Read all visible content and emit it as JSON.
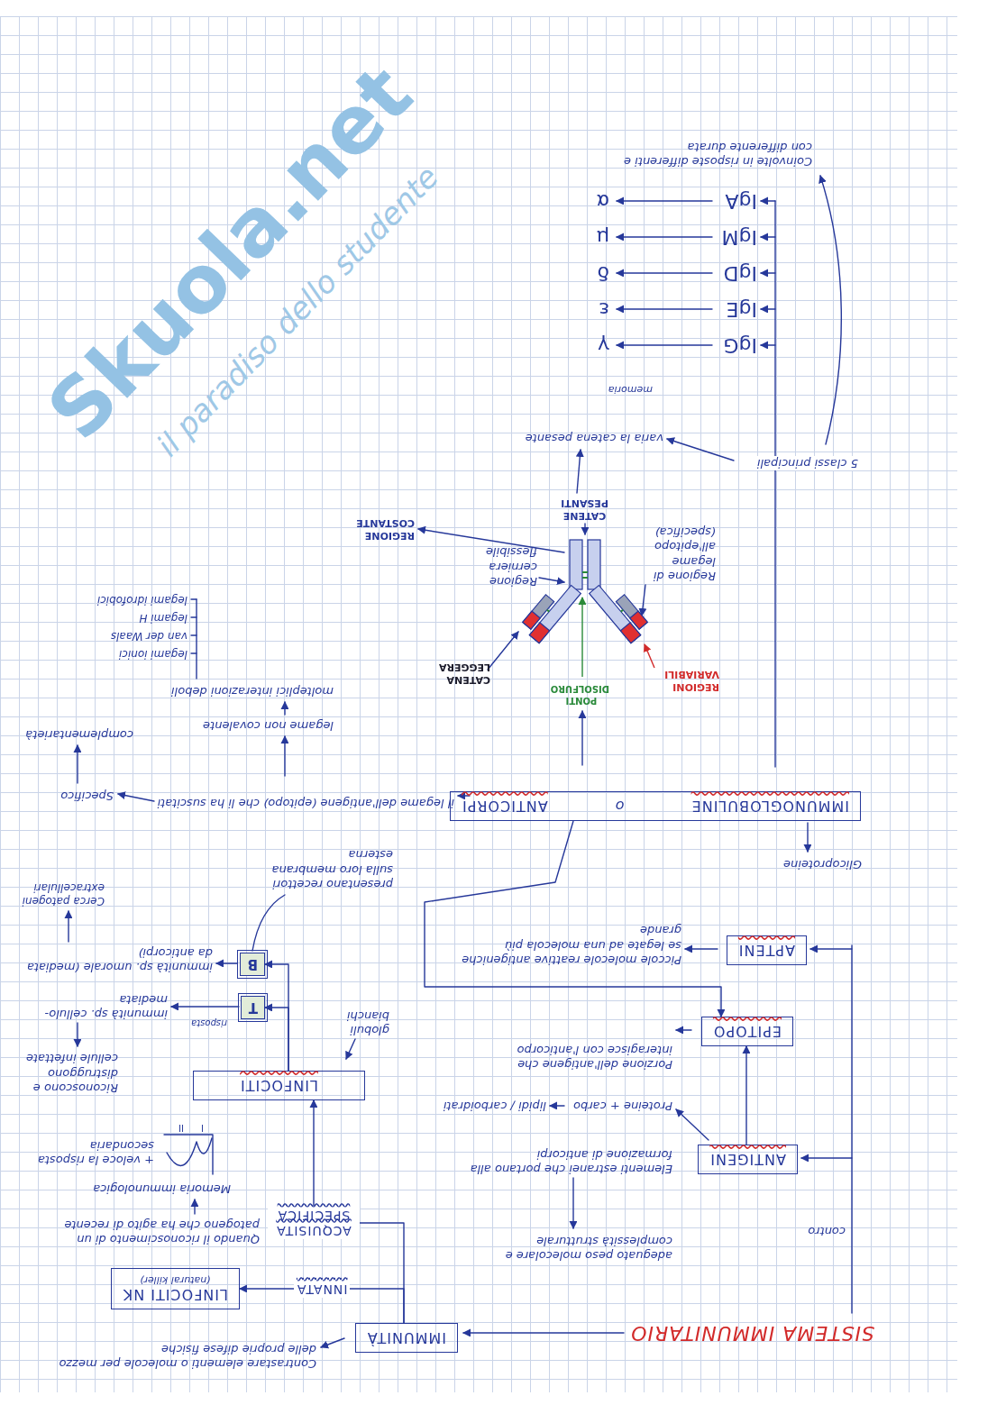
{
  "diagram": {
    "title": "SISTEMA IMMUNITARIO",
    "nodes": [
      {
        "text": [
          "IMMUNITÀ"
        ]
      },
      {
        "text": [
          "LINFOCITI NK",
          "(natural killer)"
        ]
      },
      {
        "text": [
          "LINFOCITI"
        ]
      },
      {
        "text": [
          "T"
        ]
      },
      {
        "text": [
          "B"
        ]
      },
      {
        "text": [
          "ANTIGENI"
        ]
      },
      {
        "text": [
          "EPITOPO"
        ]
      },
      {
        "text": [
          "APTENI"
        ]
      },
      {
        "text": [
          "IMMUNOGLOBULINE",
          "o",
          "ANTICORPI"
        ]
      }
    ],
    "edges": [
      {
        "from": 0,
        "to": 1,
        "label": "INNATA",
        "arrow": "to"
      },
      {
        "from": 0,
        "to": 2,
        "label": "ACQUISITA SPECIFICA",
        "arrow": "to"
      },
      {
        "from": 2,
        "to": 3,
        "arrow": "to"
      },
      {
        "from": 2,
        "to": 4,
        "arrow": "to"
      },
      {
        "from": 5,
        "to": 6,
        "arrow": "to"
      },
      {
        "from": 8,
        "to": 6,
        "arrow": "to"
      }
    ],
    "labels": [
      "Contrastare elementi o molecole per mezzo delle proprie difese fisiche",
      "Quando il riconoscimento di un patogeno che ha agito di recente",
      "Memoria immunologica",
      "I",
      "II",
      "+ veloce la risposta secondaria",
      "globuli bianchi",
      "Riconoscono e distruggono cellule infettate",
      "risposta",
      "immunità sp. cellulo-mediata",
      "immunità sp. umorale (mediata da anticorpi)",
      "Cerca patogeni extracellulari",
      "presentano recettori sulla loro membrana esterna",
      "contro",
      "adeguato peso molecolare e complessità strutturale",
      "Elementi estranei che portano alla formazione di anticorpi",
      "Proteine + carbo",
      "lipidi / carboidrati",
      "Porzione dell'antigene che interagisce con l'anticorpo",
      "Piccole molecole reattive antigeniche se legate ad una molecola più grande",
      "Glicoproteine",
      "il legame dell'antigene (epitopo) che li ha suscitati",
      "Specifico",
      "complementarietà",
      "legame non covalente",
      "molteplici interazioni deboli",
      "legami ionici",
      "van der Waals",
      "legami H",
      "legami idrofobici",
      "PONTI DISOLFURO",
      "REGIONI VARIABILI",
      "CATENA LEGGERA",
      "Regione cerniera flessibile",
      "Regione di legame all'epitopo (specifica)",
      "CATENE PESANTI",
      "REGIONE COSTANTE",
      "5 classi principali",
      "varia la catena pesante",
      "memoria",
      "IgG",
      "γ",
      "IgE",
      "ε",
      "IgD",
      "δ",
      "IgM",
      "μ",
      "IgA",
      "α",
      "Coinvolte in risposte differenti e con differente durata",
      "Skuola.net",
      "il paradiso dello studente"
    ]
  }
}
